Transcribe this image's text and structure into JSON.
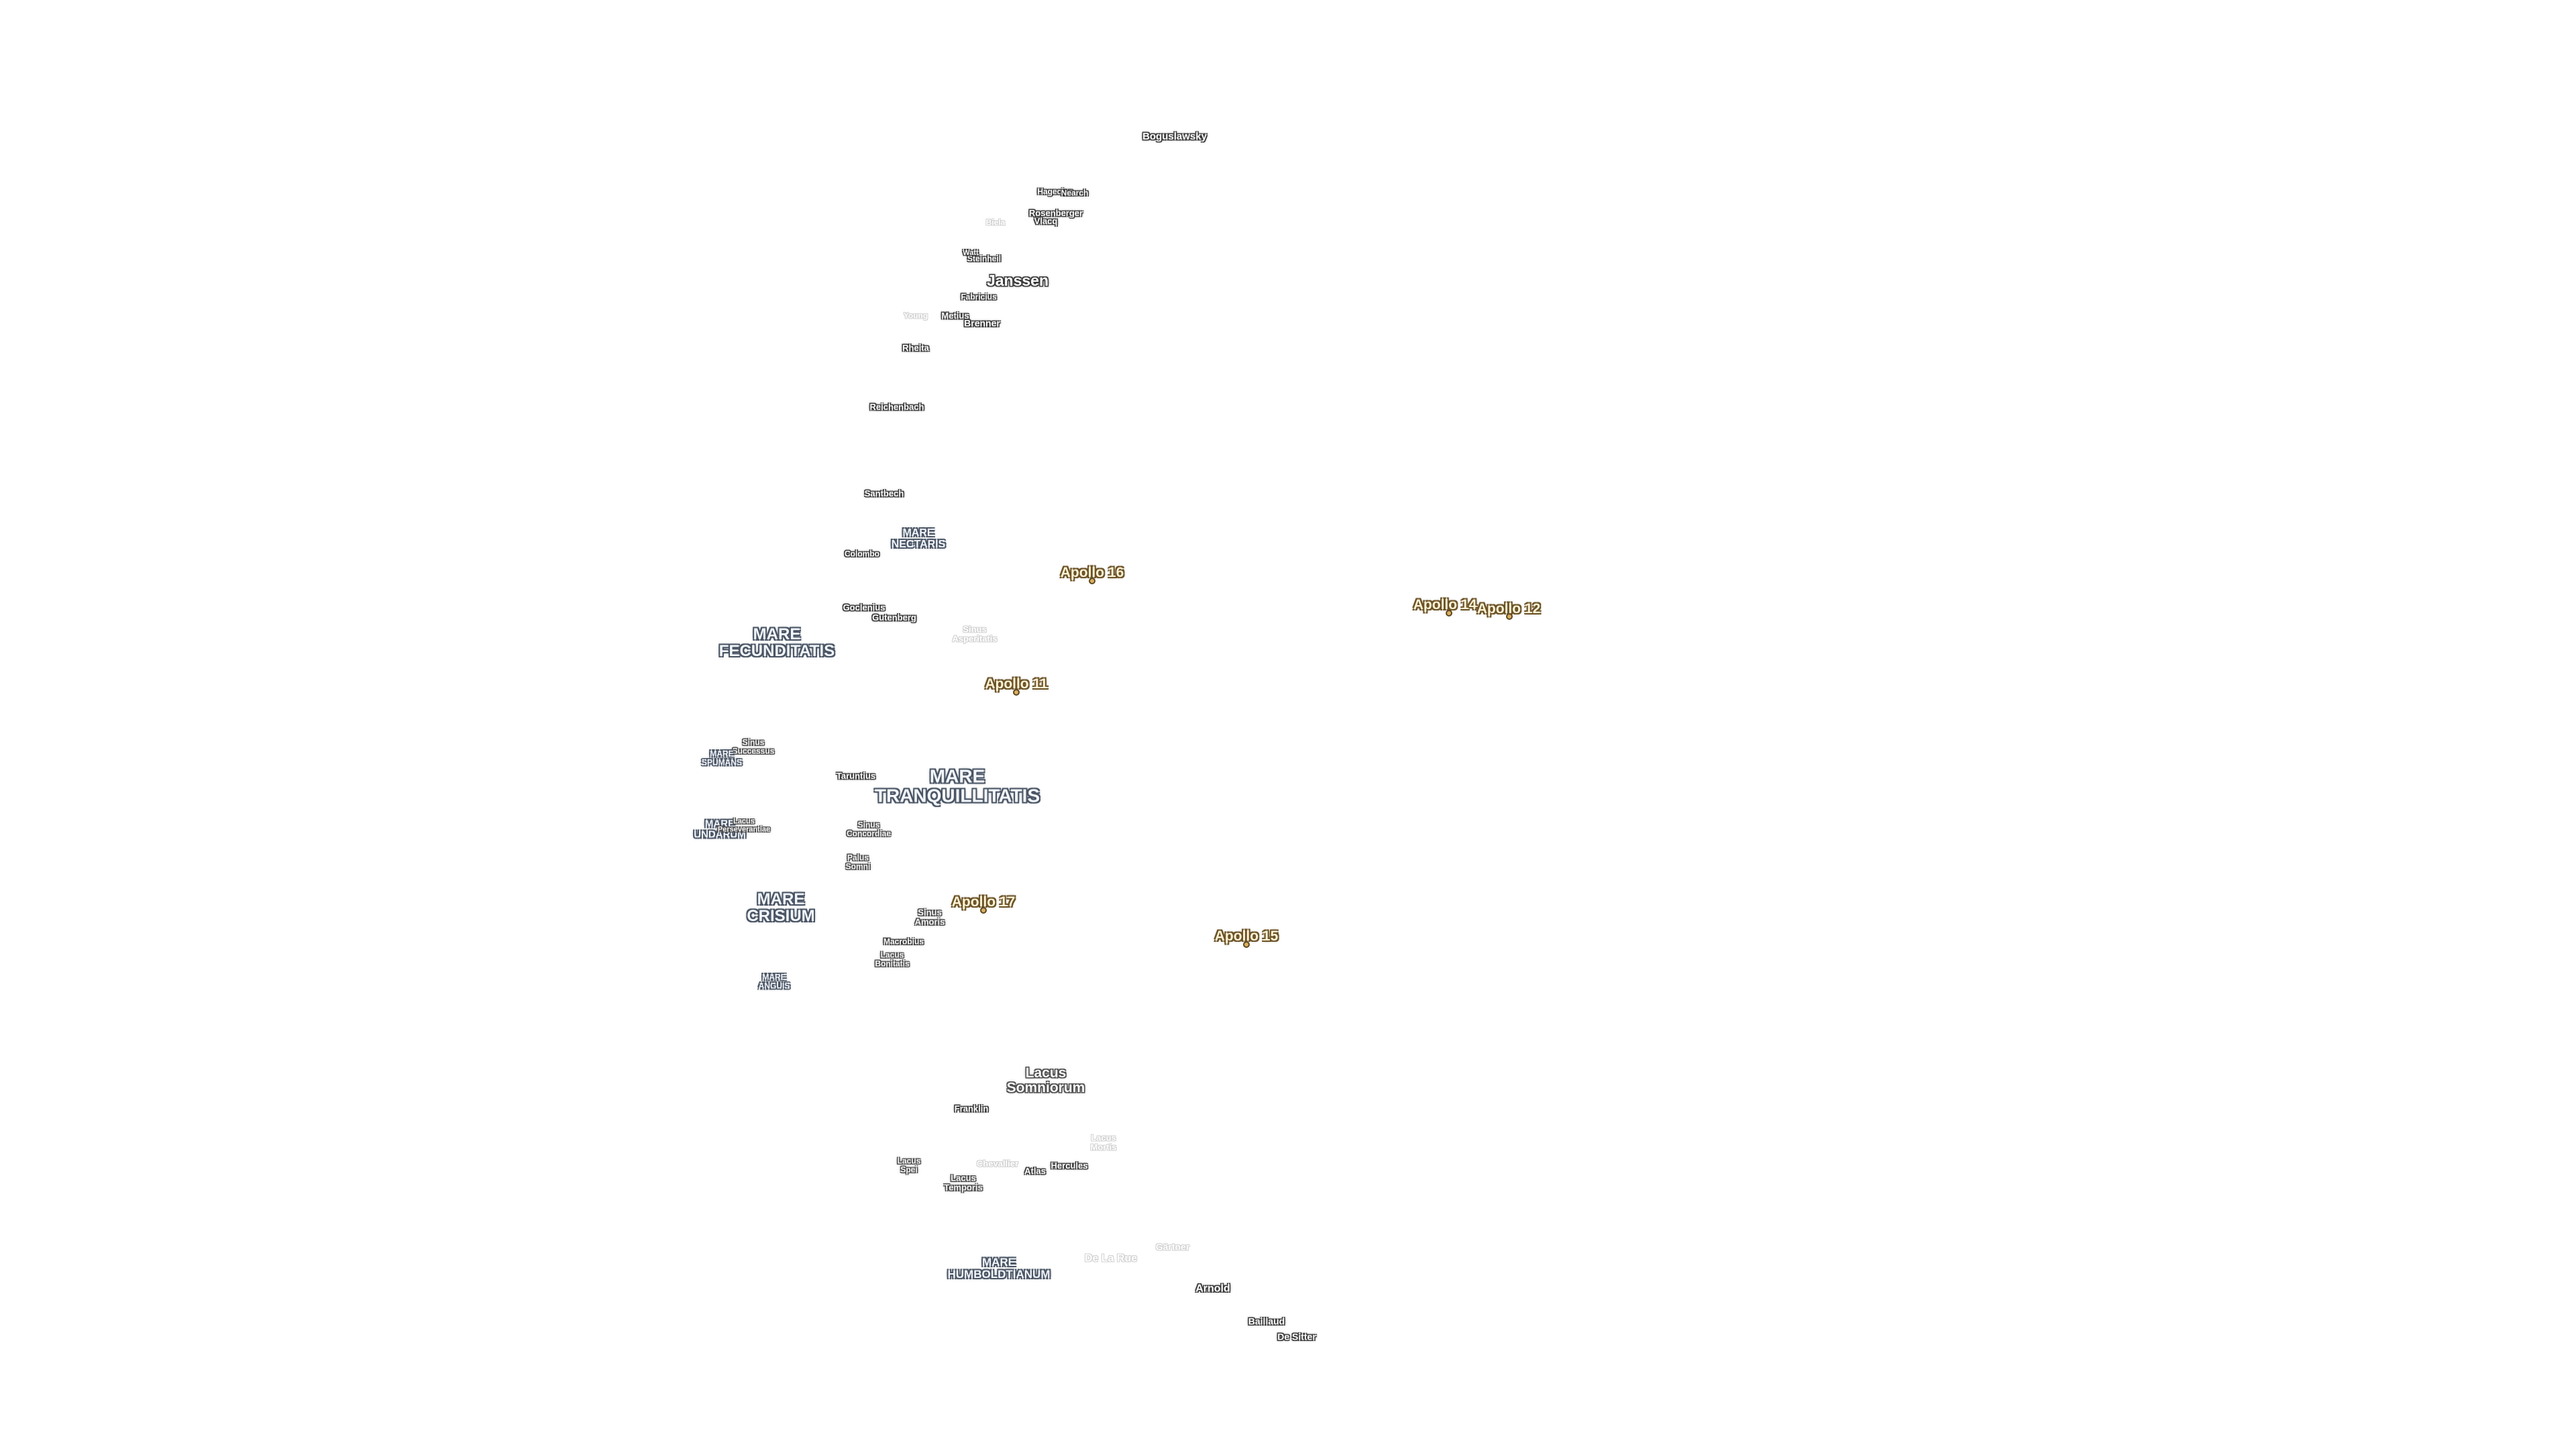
{
  "map": {
    "labels": [
      {
        "id": "boguslawsky",
        "text": "Boguslawsky",
        "kind": "crater"
      },
      {
        "id": "hagecius",
        "text": "Hagecius",
        "kind": "crater"
      },
      {
        "id": "nearch",
        "text": "Nearch",
        "kind": "crater"
      },
      {
        "id": "rosenberger",
        "text": "Rosenberger",
        "kind": "crater"
      },
      {
        "id": "vlacq",
        "text": "Vlacq",
        "kind": "crater"
      },
      {
        "id": "biela",
        "text": "Biela",
        "kind": "faint"
      },
      {
        "id": "steinheil",
        "text": "Steinheil",
        "kind": "crater"
      },
      {
        "id": "watt",
        "text": "Watt",
        "kind": "crater"
      },
      {
        "id": "janssen",
        "text": "Janssen",
        "kind": "crater"
      },
      {
        "id": "fabricius",
        "text": "Fabricius",
        "kind": "crater"
      },
      {
        "id": "young",
        "text": "Young",
        "kind": "faint"
      },
      {
        "id": "metius",
        "text": "Metius",
        "kind": "crater"
      },
      {
        "id": "brenner",
        "text": "Brenner",
        "kind": "crater"
      },
      {
        "id": "rheita",
        "text": "Rheita",
        "kind": "crater"
      },
      {
        "id": "reichenbach",
        "text": "Reichenbach",
        "kind": "crater"
      },
      {
        "id": "santbech",
        "text": "Santbech",
        "kind": "crater"
      },
      {
        "id": "mare-nectaris",
        "text": "MARE\nNECTARIS",
        "kind": "mare"
      },
      {
        "id": "colombo",
        "text": "Colombo",
        "kind": "crater"
      },
      {
        "id": "goclenius",
        "text": "Goclenius",
        "kind": "crater"
      },
      {
        "id": "gutenberg",
        "text": "Gutenberg",
        "kind": "crater"
      },
      {
        "id": "sinus-asperitatis",
        "text": "Sinus\nAsperitatis",
        "kind": "faint"
      },
      {
        "id": "mare-fecunditatis",
        "text": "MARE\nFECUNDITATIS",
        "kind": "mare"
      },
      {
        "id": "sinus-successus",
        "text": "Sinus\nSuccessus",
        "kind": "lake"
      },
      {
        "id": "mare-spumans",
        "text": "MARE\nSPUMANS",
        "kind": "mare"
      },
      {
        "id": "taruntius",
        "text": "Taruntius",
        "kind": "crater"
      },
      {
        "id": "mare-tranquillitatis",
        "text": "MARE\nTRANQUILLITATIS",
        "kind": "mare"
      },
      {
        "id": "mare-undarum",
        "text": "MARE\nUNDARUM",
        "kind": "mare"
      },
      {
        "id": "lacus-perseverantiae",
        "text": "Lacus\nPerseverantiae",
        "kind": "lake"
      },
      {
        "id": "sinus-concordiae",
        "text": "Sinus\nConcordiae",
        "kind": "lake"
      },
      {
        "id": "palus-somni",
        "text": "Palus\nSomni",
        "kind": "lake"
      },
      {
        "id": "mare-crisium",
        "text": "MARE\nCRISIUM",
        "kind": "mare"
      },
      {
        "id": "sinus-amoris",
        "text": "Sinus\nAmoris",
        "kind": "lake"
      },
      {
        "id": "macrobius",
        "text": "Macrobius",
        "kind": "crater"
      },
      {
        "id": "lacus-bonitatis",
        "text": "Lacus\nBonitatis",
        "kind": "lake"
      },
      {
        "id": "mare-anguis",
        "text": "MARE\nANGUIS",
        "kind": "mare"
      },
      {
        "id": "lacus-somniorum",
        "text": "Lacus\nSomniorum",
        "kind": "lake"
      },
      {
        "id": "franklin",
        "text": "Franklin",
        "kind": "crater"
      },
      {
        "id": "lacus-mortis",
        "text": "Lacus\nMortis",
        "kind": "faint"
      },
      {
        "id": "lacus-spei",
        "text": "Lacus\nSpei",
        "kind": "lake"
      },
      {
        "id": "chevallier",
        "text": "Chevallier",
        "kind": "faint"
      },
      {
        "id": "atlas",
        "text": "Atlas",
        "kind": "crater"
      },
      {
        "id": "hercules",
        "text": "Hercules",
        "kind": "crater"
      },
      {
        "id": "lacus-temporis",
        "text": "Lacus\nTemporis",
        "kind": "lake"
      },
      {
        "id": "gartner",
        "text": "Gärtner",
        "kind": "faint"
      },
      {
        "id": "mare-humboldtianum",
        "text": "MARE\nHUMBOLDTIANUM",
        "kind": "mare"
      },
      {
        "id": "de-la-rue",
        "text": "De La Rue",
        "kind": "faint"
      },
      {
        "id": "arnold",
        "text": "Arnold",
        "kind": "crater"
      },
      {
        "id": "baillaud",
        "text": "Baillaud",
        "kind": "crater"
      },
      {
        "id": "de-sitter",
        "text": "De Sitter",
        "kind": "crater"
      }
    ],
    "apollo_sites": [
      {
        "id": "apollo-16",
        "text": "Apollo 16"
      },
      {
        "id": "apollo-14",
        "text": "Apollo 14"
      },
      {
        "id": "apollo-12",
        "text": "Apollo 12"
      },
      {
        "id": "apollo-11",
        "text": "Apollo 11"
      },
      {
        "id": "apollo-17",
        "text": "Apollo 17"
      },
      {
        "id": "apollo-15",
        "text": "Apollo 15"
      }
    ],
    "colors": {
      "background": "#ffffff",
      "mare_outline": "#4a5565",
      "crater_outline": "#3a3a3a",
      "apollo_outline": "#6b5226",
      "apollo_marker": "#d8b060"
    }
  }
}
